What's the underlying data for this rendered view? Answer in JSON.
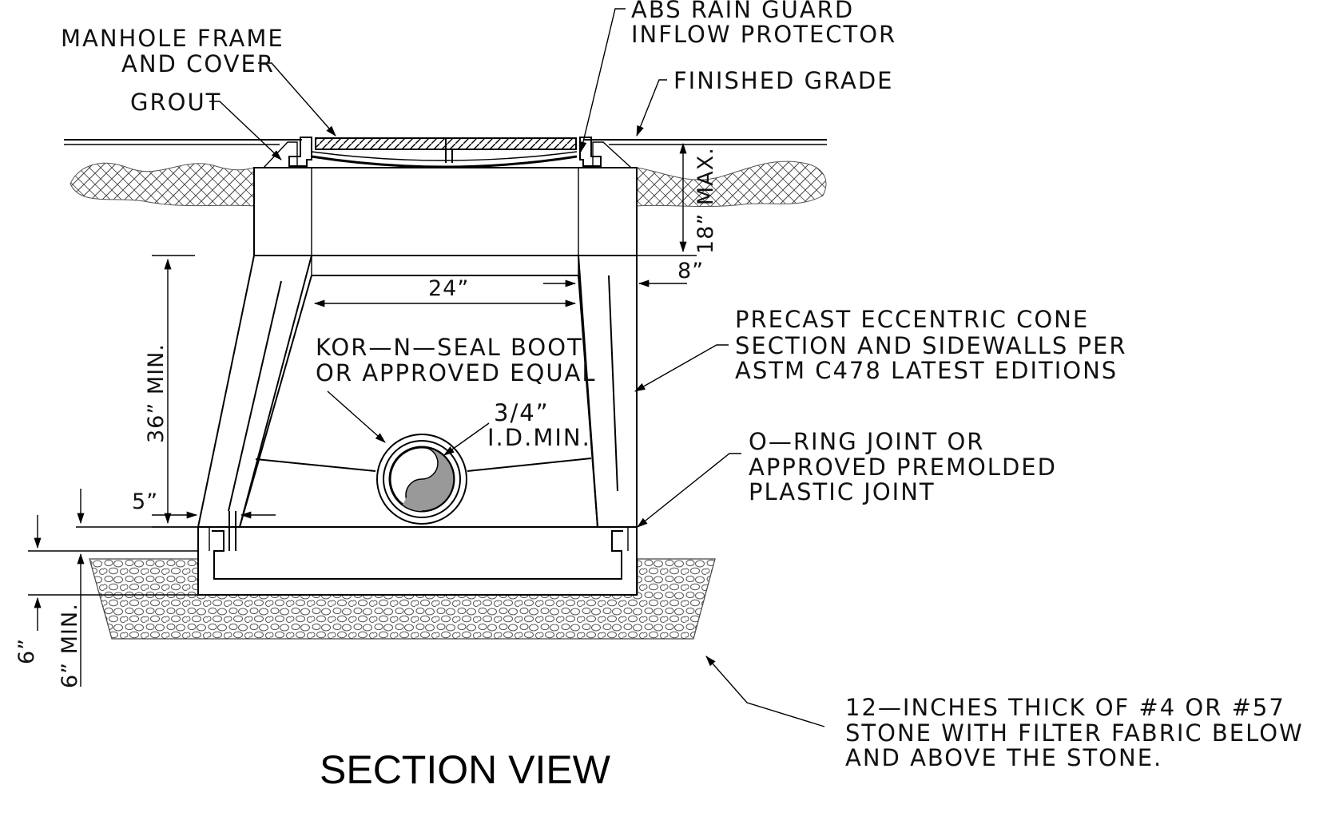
{
  "title": "SECTION VIEW",
  "labels": {
    "manhole_frame_1": "MANHOLE FRAME",
    "manhole_frame_2": "AND COVER",
    "grout": "GROUT",
    "rain_guard_1": "ABS RAIN GUARD",
    "rain_guard_2": "INFLOW PROTECTOR",
    "finished_grade": "FINISHED GRADE",
    "precast_1": "PRECAST ECCENTRIC CONE",
    "precast_2": "SECTION AND SIDEWALLS PER",
    "precast_3": "ASTM C478 LATEST EDITIONS",
    "boot_1": "KOR—N—SEAL BOOT",
    "boot_2": "OR APPROVED EQUAL",
    "pipe_1": "3/4”",
    "pipe_2": "I.D.MIN.",
    "joint_1": "O—RING JOINT OR",
    "joint_2": "APPROVED PREMOLDED",
    "joint_3": "PLASTIC JOINT",
    "stone_1": "12—INCHES THICK OF #4 OR #57",
    "stone_2": "STONE WITH FILTER FABRIC BELOW",
    "stone_3": "AND ABOVE THE STONE."
  },
  "dimensions": {
    "riser_max": "18” MAX.",
    "wall": "8”",
    "opening": "24”",
    "cone_height": "36” MIN.",
    "offset": "5”",
    "base": "6”",
    "stone_min": "6” MIN."
  },
  "colors": {
    "line": "#000000",
    "pipe_fill": "#999999",
    "stone_texture": "#555555"
  }
}
